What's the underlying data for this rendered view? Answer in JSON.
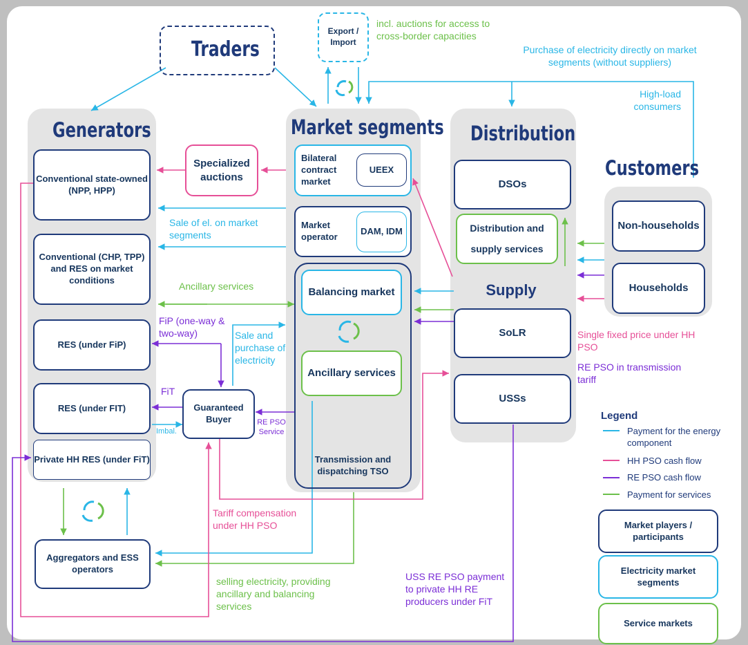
{
  "groups": {
    "generators": "Generators",
    "market_segments": "Market segments",
    "distribution": "Distribution",
    "customers": "Customers",
    "traders": "Traders"
  },
  "nodes": {
    "export_import": "Export / Import",
    "conventional_state": "Conventional state-owned (NPP, HPP)",
    "conventional_chp": "Conventional (CHP, TPP) and RES on market conditions",
    "res_fip": "RES (under FiP)",
    "res_fit": "RES (under FIT)",
    "private_hh_res": "Private HH RES (under FiT)",
    "specialized_auctions": "Specialized auctions",
    "bilateral": "Bilateral contract market",
    "uex": "UEEX",
    "market_operator": "Market operator",
    "dam_idm": "DAM, IDM",
    "balancing_market": "Balancing market",
    "ancillary_services": "Ancillary services",
    "tso": "Transmission and dispatching TSO",
    "guaranteed_buyer": "Guaranteed Buyer",
    "dsos": "DSOs",
    "dist_supply": "Distribution and supply services",
    "supply": "Supply",
    "solr": "SoLR",
    "usss": "USSs",
    "non_households": "Non-households",
    "households": "Households",
    "aggregators": "Aggregators and ESS operators"
  },
  "labels": {
    "auctions_cross_border": "incl. auctions for access to cross-border capacities",
    "purchase_direct": "Purchase of electricity directly on market segments (without suppliers)",
    "high_load": "High-load consumers",
    "sale_on_segments": "Sale of el. on market segments",
    "ancillary_label": "Ancillary services",
    "fip": "FiP (one-way & two-way)",
    "fit": "FiT",
    "sale_purchase": "Sale and purchase of electricity",
    "imbal": "Imbal.",
    "re_pso_service": "RE PSO Service",
    "single_fixed_price": "Single fixed price under HH PSO",
    "re_pso_tariff": "RE PSO in transmission tariff",
    "tariff_compensation": "Tariff compensation under HH PSO",
    "selling_electricity": "selling electricity, providing ancillary and balancing services",
    "uss_re_pso": "USS RE PSO payment to private HH RE producers under FiT"
  },
  "legend": {
    "title": "Legend",
    "energy": "Payment for the energy component",
    "hh_pso": "HH PSO cash flow",
    "re_pso": "RE PSO cash flow",
    "services": "Payment for services",
    "players": "Market players / participants",
    "segments": "Electricity market segments",
    "service_markets": "Service markets"
  },
  "colors": {
    "navy": "#1f3a7a",
    "cyan": "#29b6e6",
    "pink": "#e64f97",
    "purple": "#7b2ed6",
    "green": "#6cc04a"
  }
}
